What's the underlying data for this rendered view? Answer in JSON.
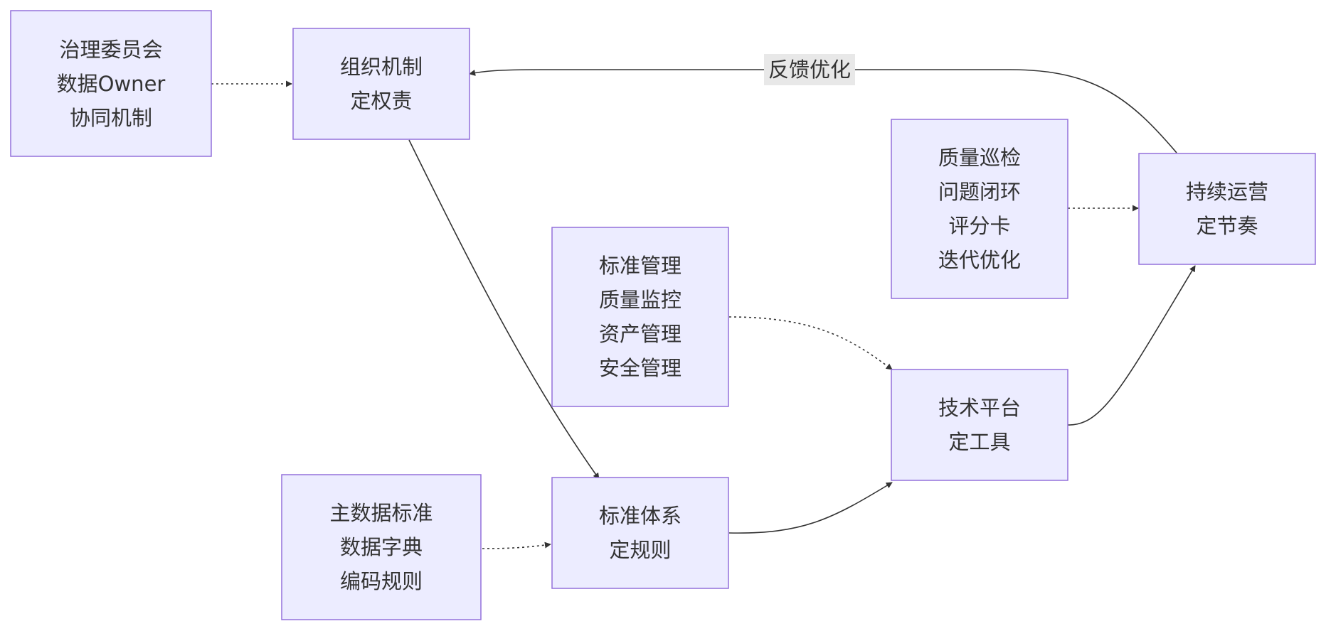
{
  "colors": {
    "node_fill": "#ECECFF",
    "node_stroke": "#9370DB",
    "edge": "#333333",
    "text": "#333333",
    "edge_label_bg": "#E8E8E8"
  },
  "nodes": {
    "committee": {
      "lines": [
        "治理委员会",
        "数据Owner",
        "协同机制"
      ]
    },
    "org": {
      "lines": [
        "组织机制",
        "定权责"
      ]
    },
    "std_mgmt": {
      "lines": [
        "标准管理",
        "质量监控",
        "资产管理",
        "安全管理"
      ]
    },
    "master_data": {
      "lines": [
        "主数据标准",
        "数据字典",
        "编码规则"
      ]
    },
    "std_system": {
      "lines": [
        "标准体系",
        "定规则"
      ]
    },
    "tech": {
      "lines": [
        "技术平台",
        "定工具"
      ]
    },
    "quality": {
      "lines": [
        "质量巡检",
        "问题闭环",
        "评分卡",
        "迭代优化"
      ]
    },
    "ops": {
      "lines": [
        "持续运营",
        "定节奏"
      ]
    }
  },
  "edges": {
    "feedback": {
      "label": "反馈优化"
    }
  }
}
